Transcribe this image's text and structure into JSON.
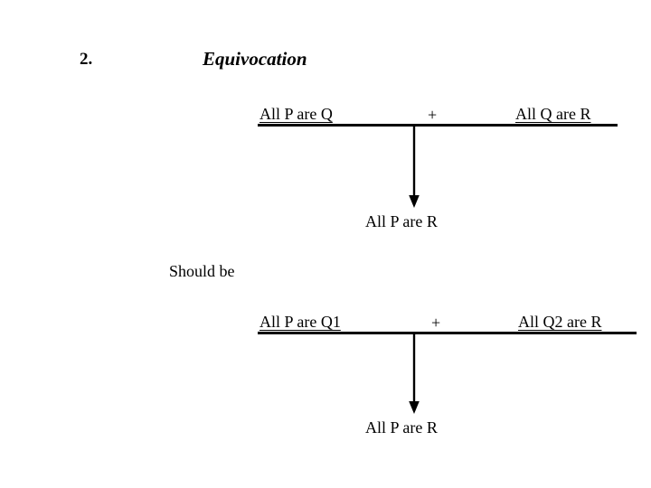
{
  "slide": {
    "item_number": "2.",
    "title": "Equivocation",
    "background_color": "#ffffff",
    "text_color": "#000000"
  },
  "argument_flawed": {
    "premise_left": "All P are Q",
    "operator": "+",
    "premise_right": "All Q are R",
    "conclusion": "All P are R",
    "inference_arrow": "down-arrow"
  },
  "transition": {
    "label": "Should be"
  },
  "argument_corrected": {
    "premise_left": "All P are Q1",
    "operator": "+",
    "premise_right": "All Q2 are R",
    "conclusion": "All P are R",
    "inference_arrow": "down-arrow"
  }
}
